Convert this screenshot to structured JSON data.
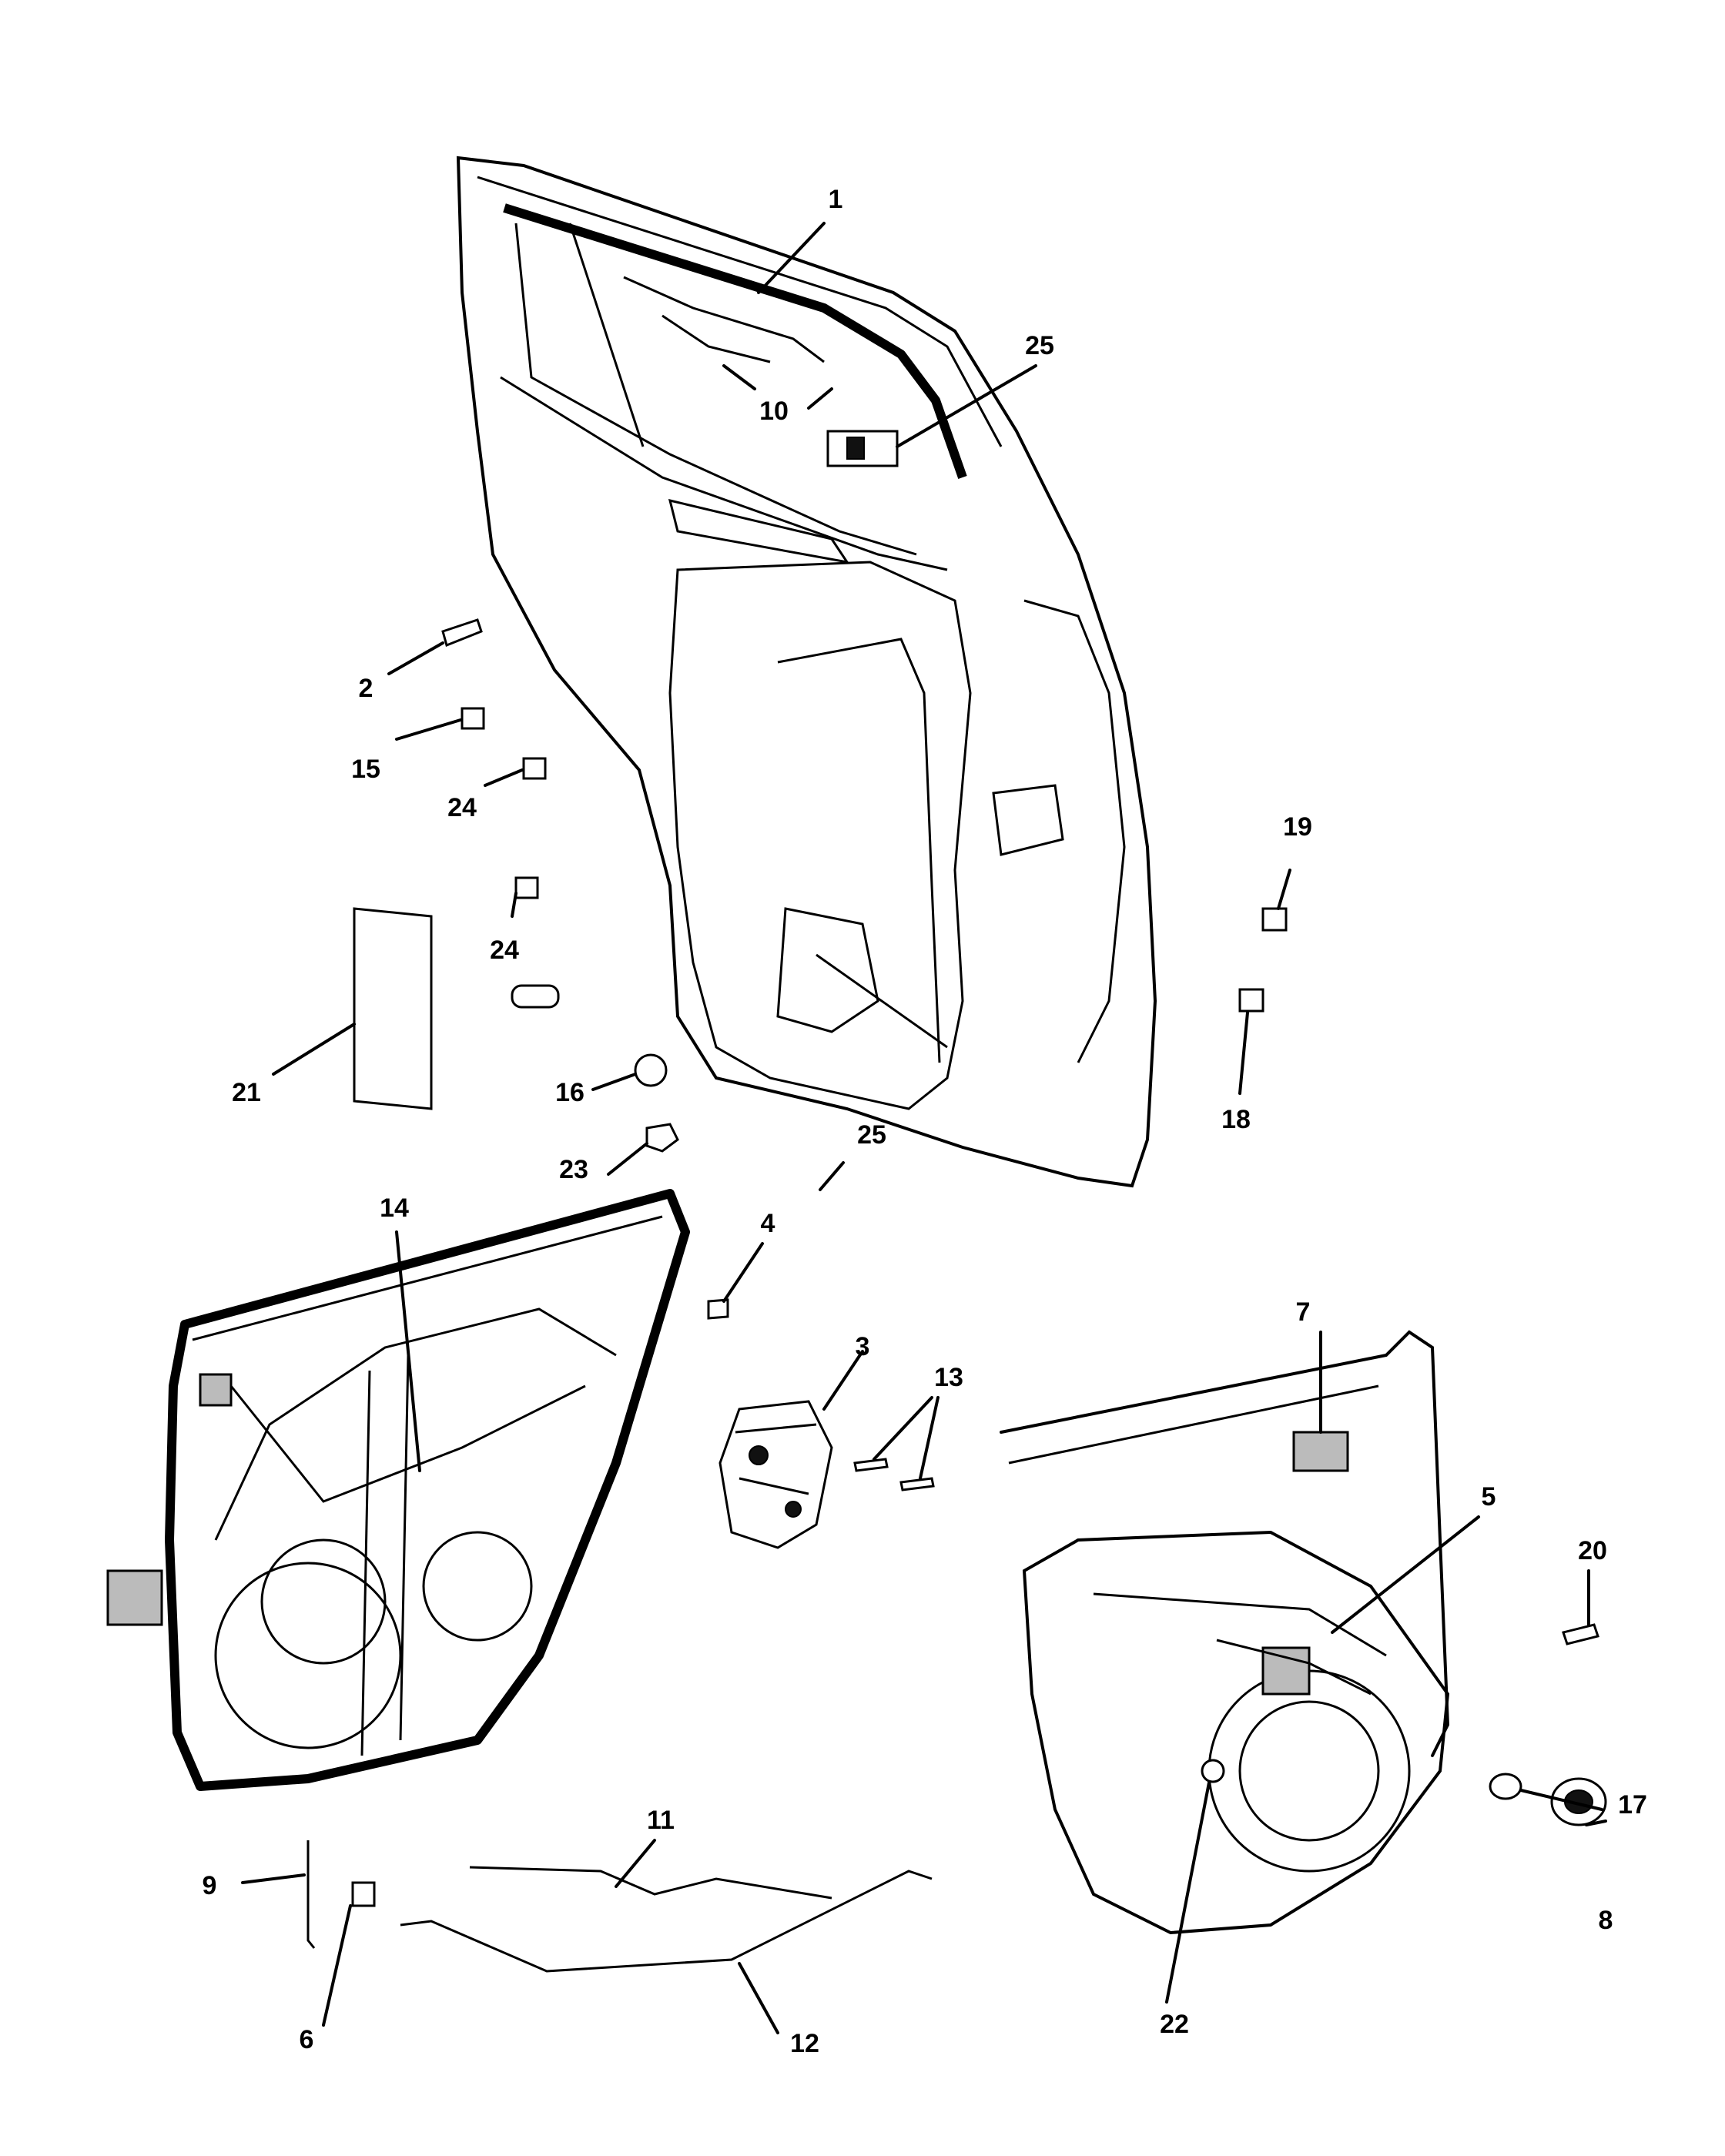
{
  "callouts": [
    {
      "id": "c1",
      "label": "1"
    },
    {
      "id": "c25a",
      "label": "25"
    },
    {
      "id": "c10",
      "label": "10"
    },
    {
      "id": "c2",
      "label": "2"
    },
    {
      "id": "c15",
      "label": "15"
    },
    {
      "id": "c24a",
      "label": "24"
    },
    {
      "id": "c24b",
      "label": "24"
    },
    {
      "id": "c19",
      "label": "19"
    },
    {
      "id": "c21",
      "label": "21"
    },
    {
      "id": "c16",
      "label": "16"
    },
    {
      "id": "c18",
      "label": "18"
    },
    {
      "id": "c23",
      "label": "23"
    },
    {
      "id": "c25b",
      "label": "25"
    },
    {
      "id": "c14",
      "label": "14"
    },
    {
      "id": "c4",
      "label": "4"
    },
    {
      "id": "c3",
      "label": "3"
    },
    {
      "id": "c13",
      "label": "13"
    },
    {
      "id": "c7",
      "label": "7"
    },
    {
      "id": "c5",
      "label": "5"
    },
    {
      "id": "c20",
      "label": "20"
    },
    {
      "id": "c17",
      "label": "17"
    },
    {
      "id": "c8",
      "label": "8"
    },
    {
      "id": "c22",
      "label": "22"
    },
    {
      "id": "c11",
      "label": "11"
    },
    {
      "id": "c9",
      "label": "9"
    },
    {
      "id": "c6",
      "label": "6"
    },
    {
      "id": "c12",
      "label": "12"
    }
  ]
}
